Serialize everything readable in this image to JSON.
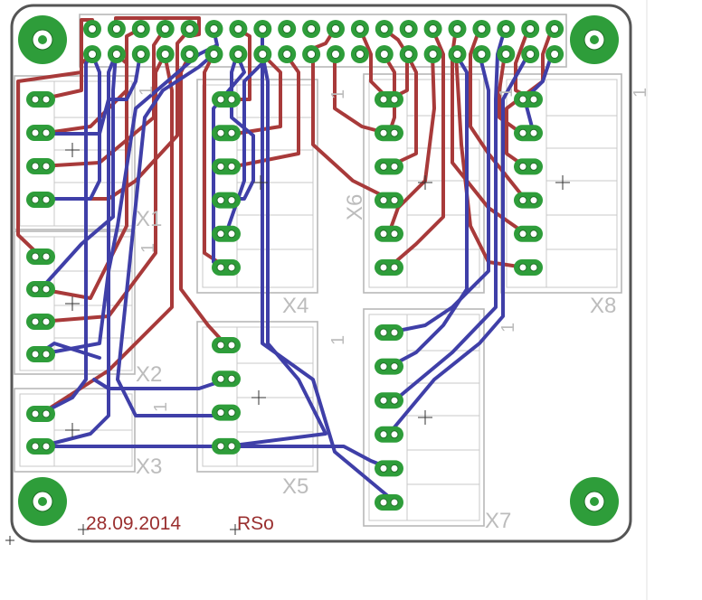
{
  "board": {
    "date_text": "28.09.2014",
    "author_text": "RSo"
  },
  "connectors": [
    {
      "id": "X1",
      "label": "X1",
      "pins": 4,
      "pin1": "1"
    },
    {
      "id": "X2",
      "label": "X2",
      "pins": 4,
      "pin1": "1"
    },
    {
      "id": "X3",
      "label": "X3",
      "pins": 2,
      "pin1": "1"
    },
    {
      "id": "X4",
      "label": "X4",
      "pins": 6,
      "pin1": "1"
    },
    {
      "id": "X5",
      "label": "X5",
      "pins": 4,
      "pin1": "1"
    },
    {
      "id": "X6",
      "label": "X6",
      "pins": 6,
      "pin1": "1"
    },
    {
      "id": "X7",
      "label": "X7",
      "pins": 6,
      "pin1": "1"
    },
    {
      "id": "X8",
      "label": "X8",
      "pins": 6,
      "pin1": "1"
    }
  ],
  "header": {
    "columns": 20,
    "rows": 2
  },
  "colors": {
    "outline": "#555555",
    "pad": "#2e9d3a",
    "top_trace": "#a83a3a",
    "bottom_trace": "#3f3fa8",
    "silkscreen": "#b8b8b8",
    "date_text": "#9a2f2f"
  }
}
